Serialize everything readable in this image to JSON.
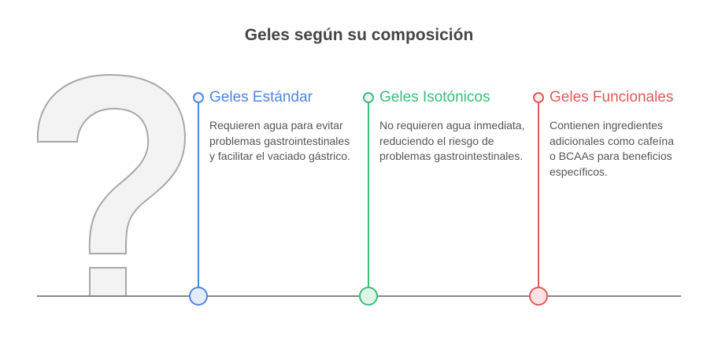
{
  "title": "Geles según su composición",
  "items": [
    {
      "label": "Geles Estándar",
      "description": "Requieren agua para evitar problemas gastrointestinales y facilitar el vaciado gástrico.",
      "color": "#4f86e3"
    },
    {
      "label": "Geles Isotónicos",
      "description": "No requieren agua inmediata, reduciendo el riesgo de problemas gastrointestinales.",
      "color": "#3cbd78"
    },
    {
      "label": "Geles Funcionales",
      "description": "Contienen ingredientes adicionales como cafeína o BCAAs para beneficios específicos.",
      "color": "#e05a5a"
    }
  ]
}
